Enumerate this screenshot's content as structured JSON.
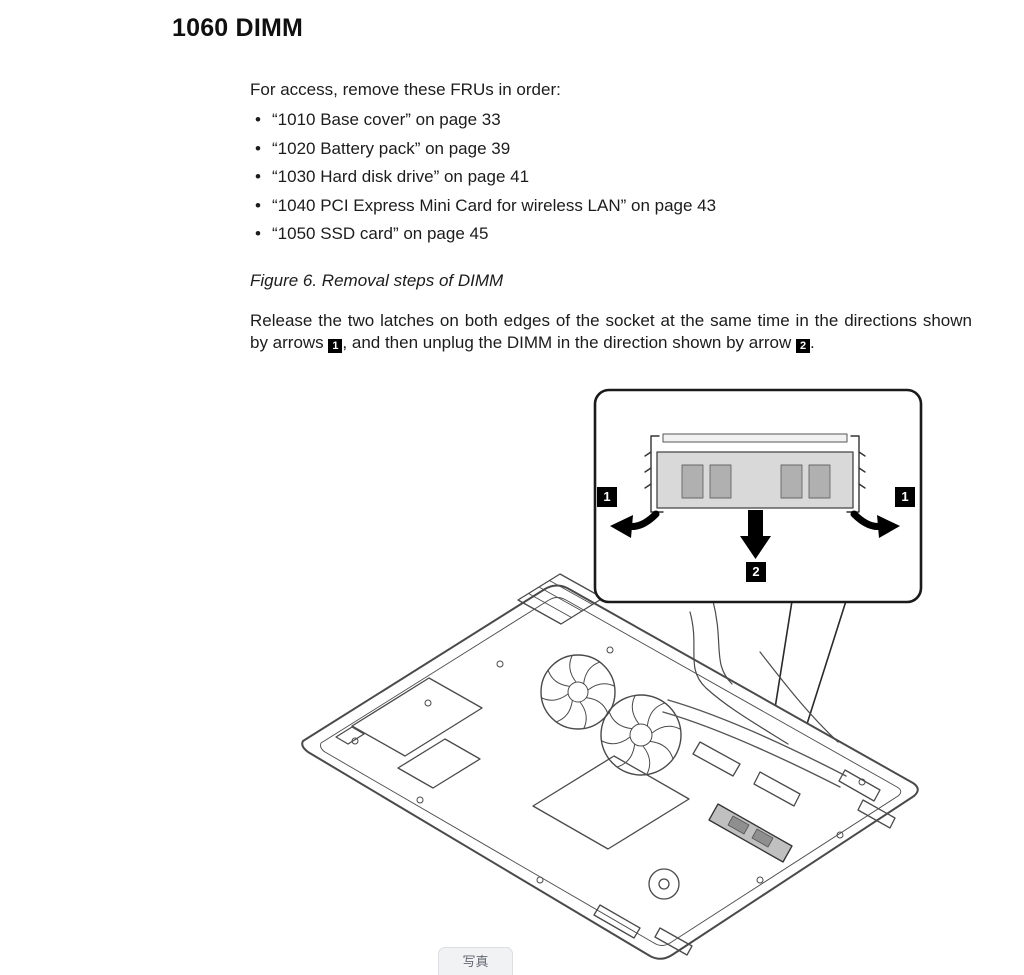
{
  "doc": {
    "title": "1060 DIMM",
    "intro": "For access, remove these FRUs in order:",
    "fru_list": [
      "“1010 Base cover” on page 33",
      "“1020 Battery pack” on page 39",
      "“1030 Hard disk drive” on page 41",
      "“1040 PCI Express Mini Card for wireless LAN” on page 43",
      "“1050 SSD card” on page 45"
    ],
    "figure_caption": "Figure 6. Removal steps of DIMM",
    "instruction": {
      "part1": "Release the two latches on both edges of the socket at the same time in the directions shown by arrows ",
      "marker1": "1",
      "part2": ", and then unplug the DIMM in the direction shown by arrow ",
      "marker2": "2",
      "part3": "."
    },
    "figure": {
      "marker_left": "1",
      "marker_right": "1",
      "marker_down": "2"
    }
  },
  "overlay": {
    "photo_button_label": "写真"
  },
  "colors": {
    "badge_bg": "#000000",
    "badge_text": "#ffffff",
    "line_art": "#4a4a4a"
  }
}
